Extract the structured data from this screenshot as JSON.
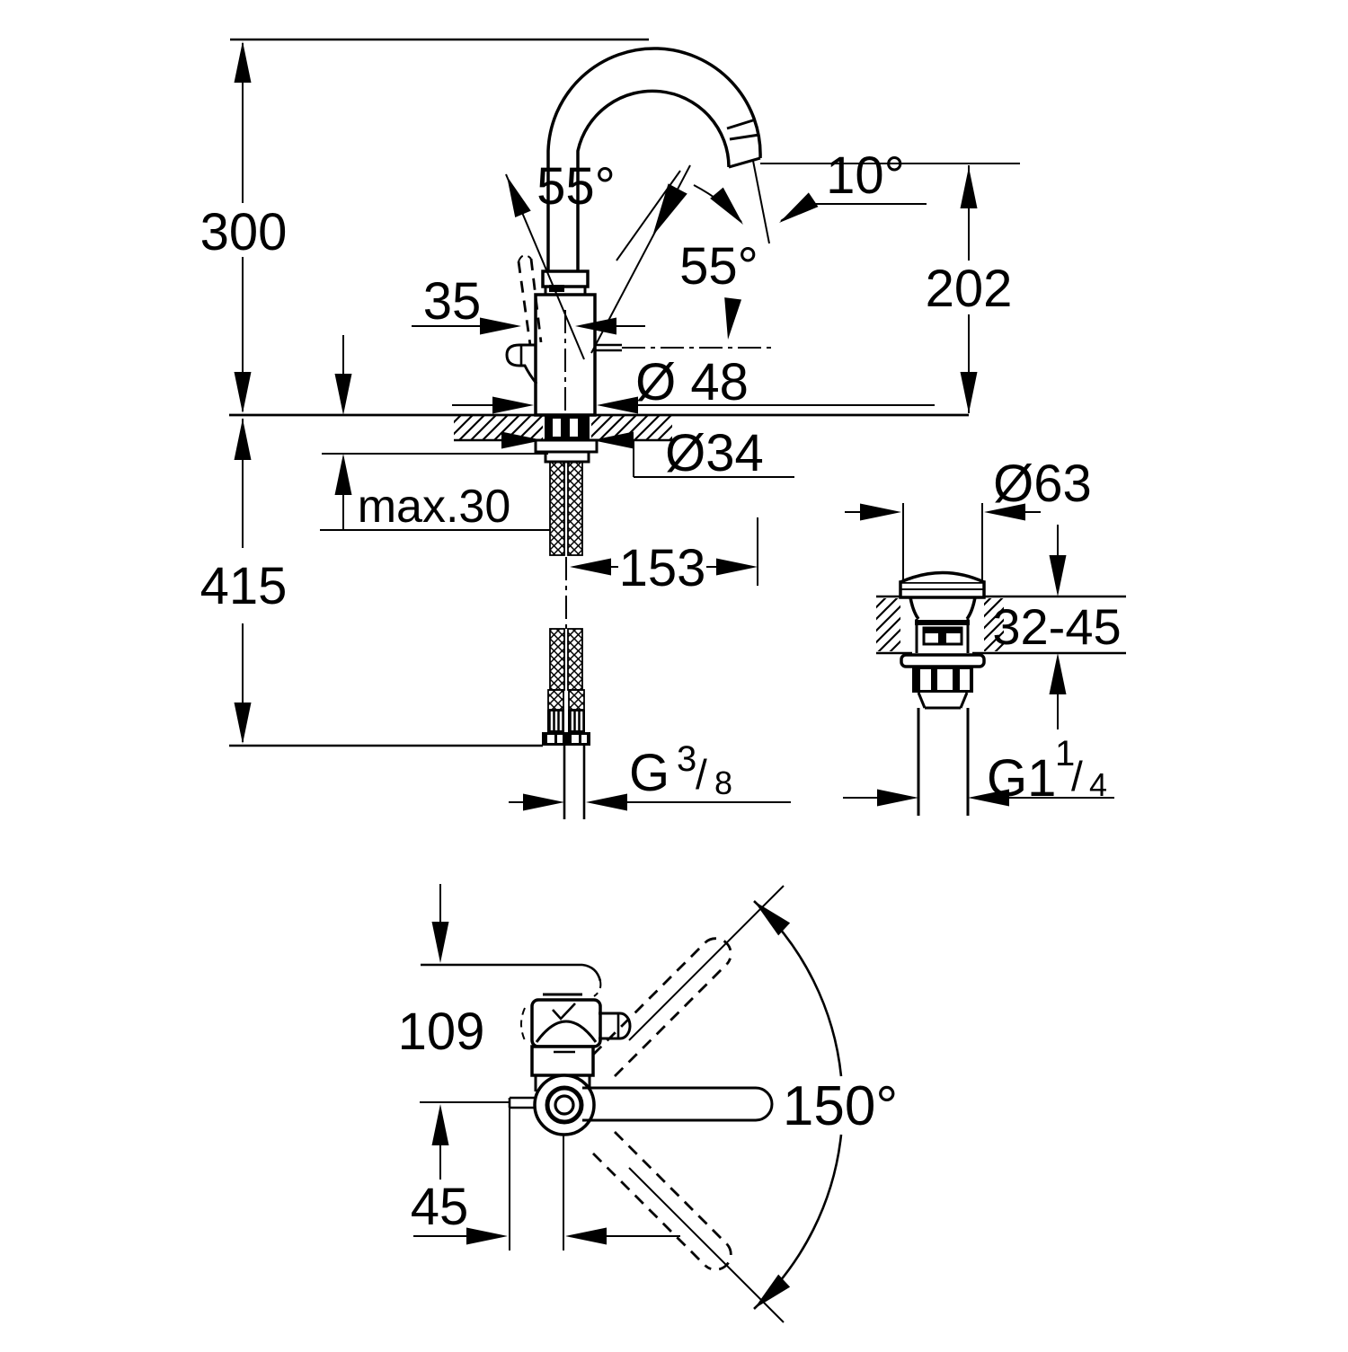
{
  "diagram": {
    "type": "technical-dimensional-drawing",
    "subject": "single-lever basin mixer tap with high swivel spout and pop-up waste",
    "background_color": "#ffffff",
    "line_color": "#000000",
    "front_view": {
      "height_to_spout_top": "300",
      "lever_width": "35",
      "lever_swing_angle": "55°",
      "spout_outlet_angle": "10°",
      "spout_swivel_angle": "55°",
      "outlet_height": "202",
      "body_diameter": "Ø 48",
      "mounting_hole_diameter": "Ø34",
      "max_deck_thickness": "max.30",
      "height_below_deck": "415",
      "hose_projection": "153",
      "supply_thread": {
        "main": "G",
        "numerator": "3",
        "divider": "/",
        "denominator": "8"
      }
    },
    "drain_view": {
      "flange_diameter": "Ø63",
      "deck_thickness_range": "32-45",
      "drain_thread": {
        "main": "G1",
        "numerator": "1",
        "divider": "/",
        "denominator": "4"
      }
    },
    "plan_view": {
      "spout_reach": "109",
      "handle_swing_angle": "150°",
      "handle_offset": "45"
    }
  }
}
